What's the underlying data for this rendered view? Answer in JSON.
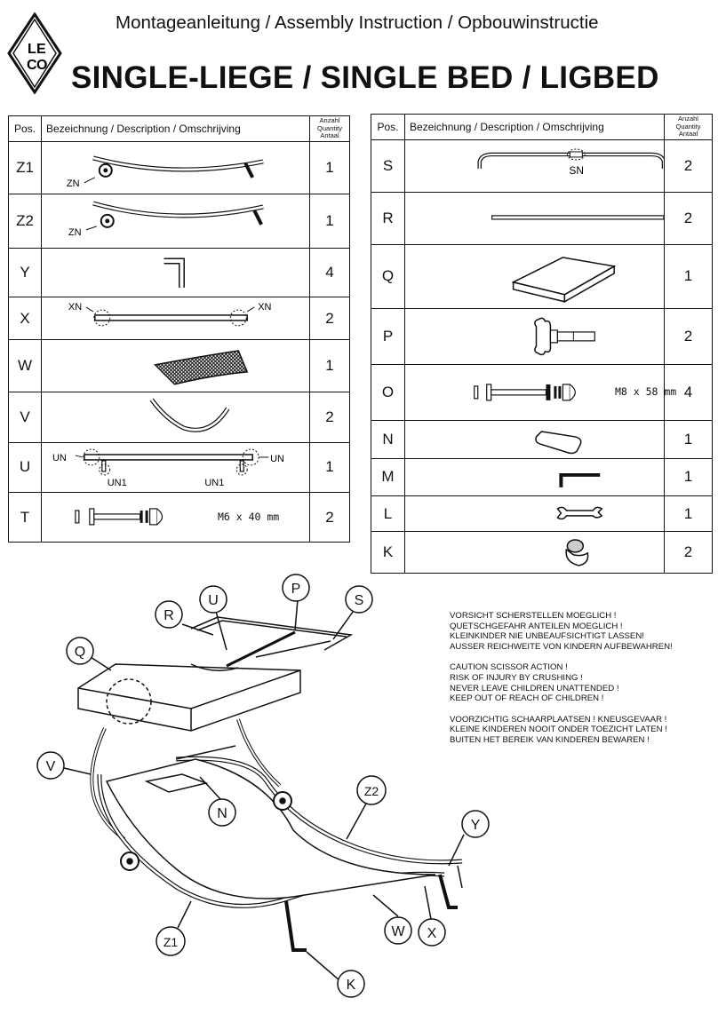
{
  "header": {
    "subtitle": "Montageanleitung / Assembly Instruction / Opbouwinstructie",
    "title": "SINGLE-LIEGE / SINGLE BED / LIGBED",
    "logo": {
      "letters": [
        "L",
        "E",
        "C",
        "O"
      ],
      "icon": "leco-diamond-logo"
    }
  },
  "table_headers": {
    "pos": "Pos.",
    "description": "Bezeichnung / Description / Omschrijving",
    "quantity": [
      "Anzahl",
      "Quantity",
      "Antaal"
    ]
  },
  "left_parts": [
    {
      "pos": "Z1",
      "qty": "1",
      "callouts": [
        "ZN"
      ],
      "icon": "curved-side-frame-with-wheel"
    },
    {
      "pos": "Z2",
      "qty": "1",
      "callouts": [
        "ZN"
      ],
      "icon": "curved-side-frame-with-wheel"
    },
    {
      "pos": "Y",
      "qty": "4",
      "callouts": [],
      "icon": "l-shaped-foot"
    },
    {
      "pos": "X",
      "qty": "2",
      "callouts": [
        "XN",
        "XN"
      ],
      "icon": "cross-bar"
    },
    {
      "pos": "W",
      "qty": "1",
      "callouts": [],
      "icon": "mesh-fabric"
    },
    {
      "pos": "V",
      "qty": "2",
      "callouts": [],
      "icon": "curved-arm"
    },
    {
      "pos": "U",
      "qty": "1",
      "callouts": [
        "UN",
        "UN",
        "UN1",
        "UN1"
      ],
      "icon": "cross-bar-with-brackets"
    },
    {
      "pos": "T",
      "qty": "2",
      "callouts": [],
      "spec": "M6 x 40 mm",
      "icon": "bolt-washer-nut"
    }
  ],
  "right_parts": [
    {
      "pos": "S",
      "qty": "2",
      "callouts": [
        "SN"
      ],
      "icon": "bent-canopy-bar"
    },
    {
      "pos": "R",
      "qty": "2",
      "callouts": [],
      "icon": "straight-rod"
    },
    {
      "pos": "Q",
      "qty": "1",
      "callouts": [],
      "icon": "canopy-panel"
    },
    {
      "pos": "P",
      "qty": "2",
      "callouts": [],
      "icon": "knob-screw"
    },
    {
      "pos": "O",
      "qty": "4",
      "callouts": [],
      "spec": "M8 x 58 mm",
      "icon": "bolt-washer-nut"
    },
    {
      "pos": "N",
      "qty": "1",
      "callouts": [],
      "icon": "head-pillow"
    },
    {
      "pos": "M",
      "qty": "1",
      "callouts": [],
      "icon": "allen-key"
    },
    {
      "pos": "L",
      "qty": "1",
      "callouts": [],
      "icon": "wrench"
    },
    {
      "pos": "K",
      "qty": "2",
      "callouts": [],
      "icon": "foot-cap"
    }
  ],
  "assembly_labels": [
    "R",
    "U",
    "P",
    "S",
    "Q",
    "V",
    "N",
    "Z2",
    "Y",
    "Z1",
    "W",
    "X",
    "K"
  ],
  "warnings": [
    [
      "VORSICHT SCHERSTELLEN MOEGLICH !",
      "QUETSCHGEFAHR ANTEILEN MOEGLICH !",
      "KLEINKINDER NIE UNBEAUFSICHTIGT LASSEN!",
      "AUSSER REICHWEITE VON KINDERN AUFBEWAHREN!"
    ],
    [
      "CAUTION SCISSOR ACTION !",
      "RISK OF INJURY BY CRUSHING !",
      "NEVER LEAVE CHILDREN UNATTENDED !",
      "KEEP OUT OF REACH OF CHILDREN !"
    ],
    [
      "VOORZICHTIG SCHAARPLAATSEN ! KNEUSGEVAAR !",
      "KLEINE KINDEREN NOOIT ONDER TOEZICHT LATEN !",
      "BUITEN HET BEREIK VAN KINDEREN BEWAREN !"
    ]
  ]
}
